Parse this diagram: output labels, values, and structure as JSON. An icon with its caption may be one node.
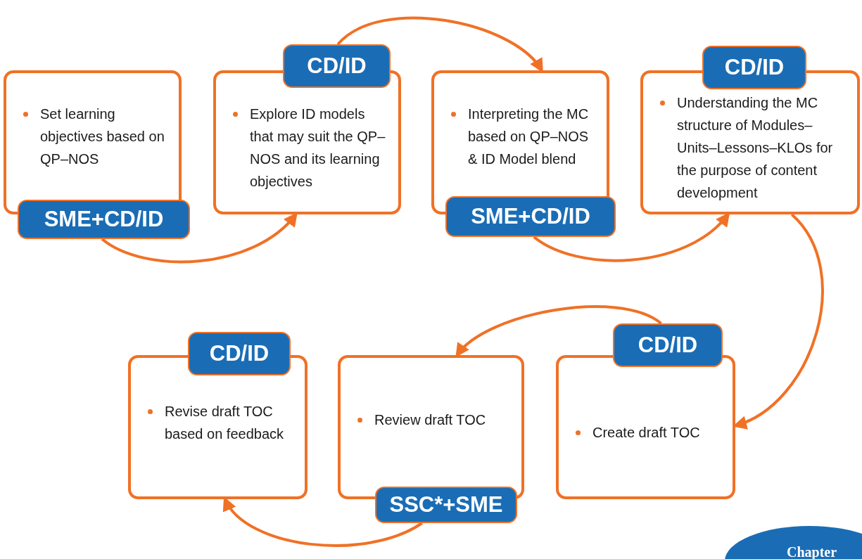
{
  "diagram": {
    "nodes": [
      {
        "text": [
          "Set learning objectives based on QP–NOS"
        ]
      },
      {
        "text": [
          "SME+CD/ID"
        ]
      },
      {
        "text": [
          "Explore ID models that may suit the QP–NOS and its learning objectives"
        ]
      },
      {
        "text": [
          "CD/ID"
        ]
      },
      {
        "text": [
          "Interpreting the MC based on QP–NOS & ID Model blend"
        ]
      },
      {
        "text": [
          "SME+CD/ID"
        ]
      },
      {
        "text": [
          "Understanding the MC structure of Modules–Units–Lessons–KLOs for the purpose of content development"
        ]
      },
      {
        "text": [
          "CD/ID"
        ]
      },
      {
        "text": [
          "Revise draft TOC based on feedback"
        ]
      },
      {
        "text": [
          "CD/ID"
        ]
      },
      {
        "text": [
          "Review draft TOC"
        ]
      },
      {
        "text": [
          "SSC*+SME"
        ]
      },
      {
        "text": [
          "Create draft TOC"
        ]
      },
      {
        "text": [
          "CD/ID"
        ]
      },
      {
        "text": [
          "Chapter"
        ]
      }
    ],
    "edges": [
      {
        "from": 1,
        "to": 2,
        "arrow": "to"
      },
      {
        "from": 3,
        "to": 4,
        "arrow": "to"
      },
      {
        "from": 5,
        "to": 6,
        "arrow": "to"
      },
      {
        "from": 6,
        "to": 12,
        "arrow": "to"
      },
      {
        "from": 13,
        "to": 10,
        "arrow": "to"
      },
      {
        "from": 11,
        "to": 8,
        "arrow": "to"
      }
    ]
  }
}
